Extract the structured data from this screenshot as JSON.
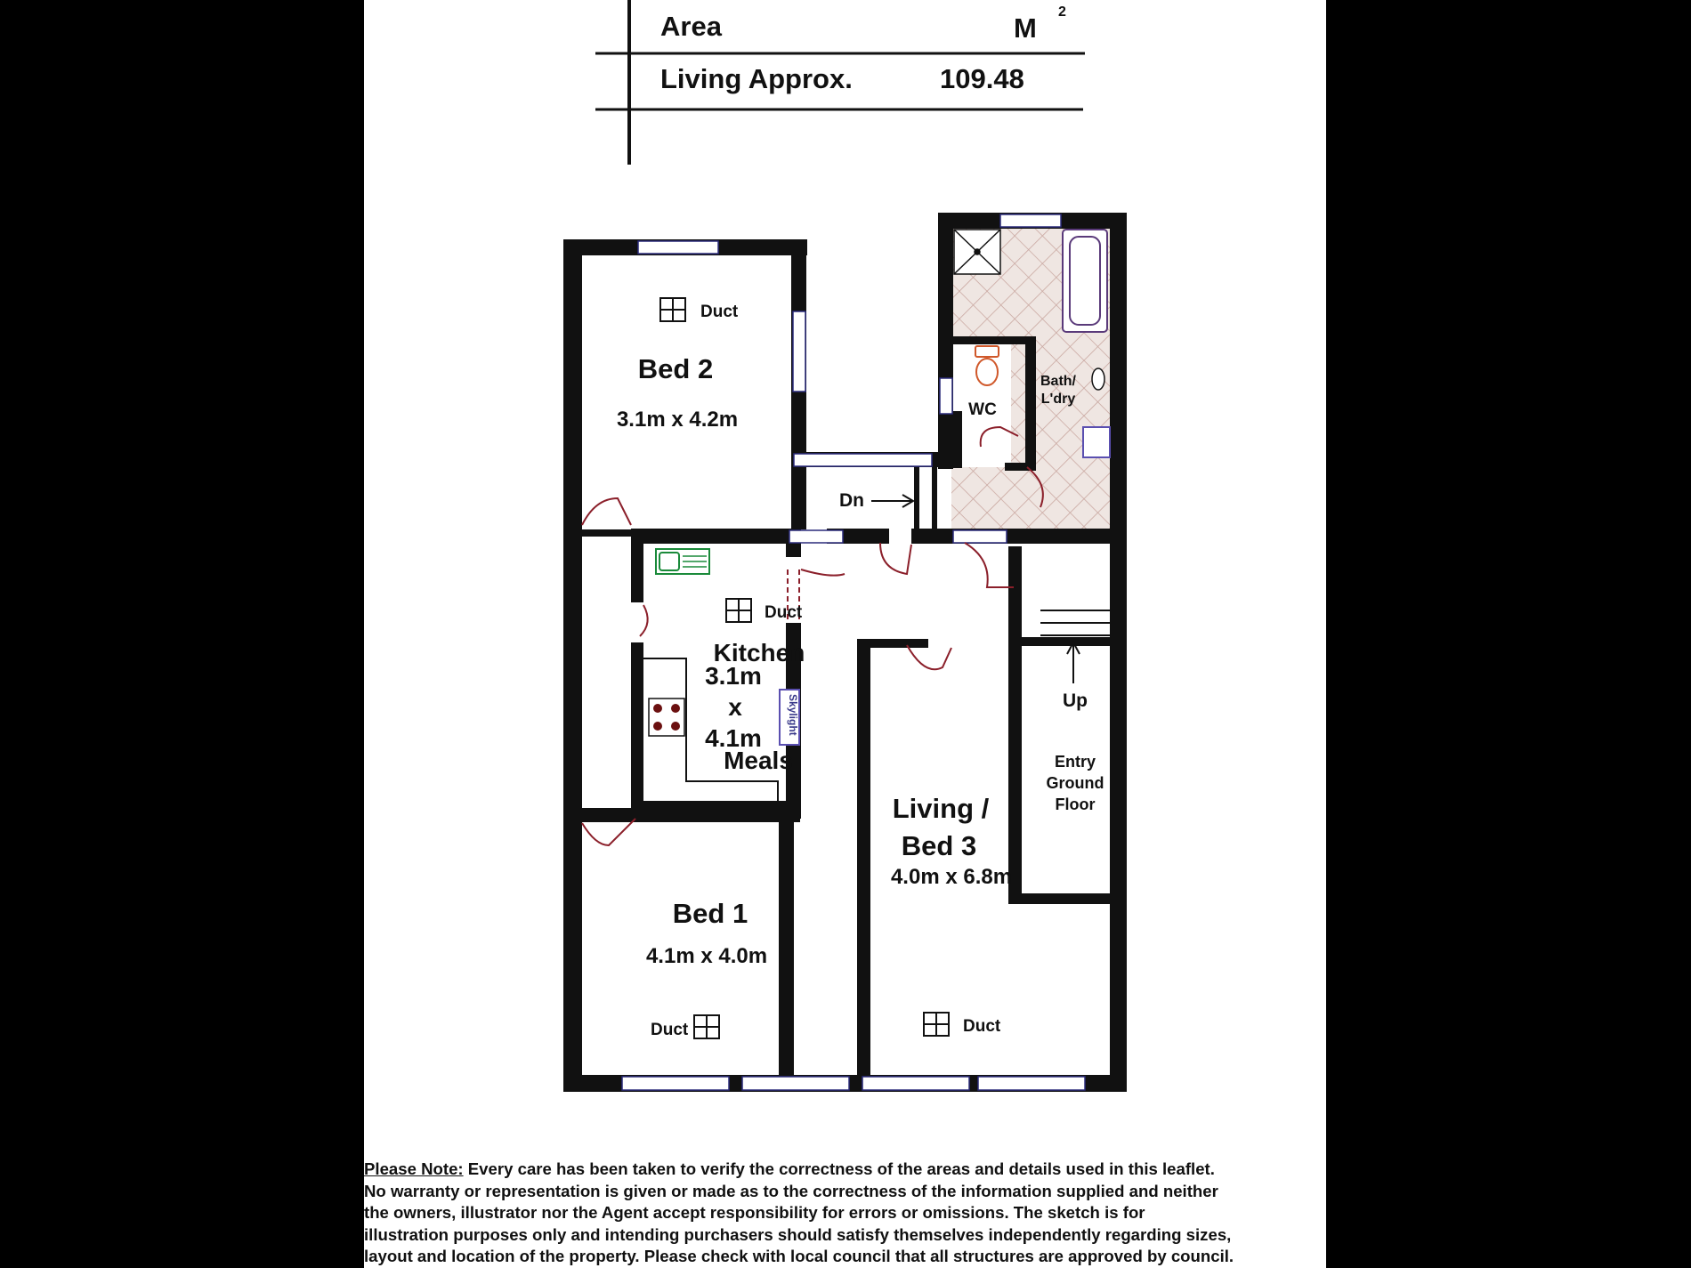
{
  "area_table": {
    "area_label": "Area",
    "unit_label": "M",
    "unit_superscript": "2",
    "living_label": "Living Approx.",
    "living_value": "109.48"
  },
  "rooms": {
    "bed2": {
      "name": "Bed 2",
      "size": "3.1m x 4.2m",
      "duct": "Duct"
    },
    "kitchen": {
      "name": "Kitchen",
      "size_w": "3.1m",
      "size_x": "x",
      "size_h": "4.1m",
      "meals": "Meals",
      "duct": "Duct",
      "skylight": "Skylight"
    },
    "bed1": {
      "name": "Bed 1",
      "size": "4.1m x 4.0m",
      "duct": "Duct"
    },
    "living": {
      "name_line1": "Living /",
      "name_line2": "Bed 3",
      "size": "4.0m x 6.8m",
      "duct": "Duct"
    },
    "wc": {
      "name": "WC"
    },
    "bath": {
      "name_line1": "Bath/",
      "name_line2": "L'dry"
    },
    "entry": {
      "line1": "Entry",
      "line2": "Ground",
      "line3": "Floor"
    },
    "stairs": {
      "down": "Dn",
      "up": "Up"
    }
  },
  "note": {
    "heading": "Please Note:",
    "line1": "Every care has  been  taken to verify  the correctness of the areas and   details used in  this leaflet.",
    "line2": "No warranty  or representation  is given or made as to the correctness of the information supplied  and neither",
    "line3": "the owners, illustrator nor the Agent  accept  responsibility for errors  or omissions. The sketch is  for",
    "line4": "illustration purposes only and intending purchasers should satisfy themselves independently  regarding sizes,",
    "line5": "layout and location of the property.  Please check with local council that all structures are approved by council."
  },
  "colors": {
    "wall": "#111111",
    "window_frame": "#2a2a7a",
    "door": "#8b1f2a",
    "sink": "#1a8a3a",
    "tile": "#c9a7a0",
    "toilet": "#d0582a",
    "skylight": "#5a4fb0"
  }
}
